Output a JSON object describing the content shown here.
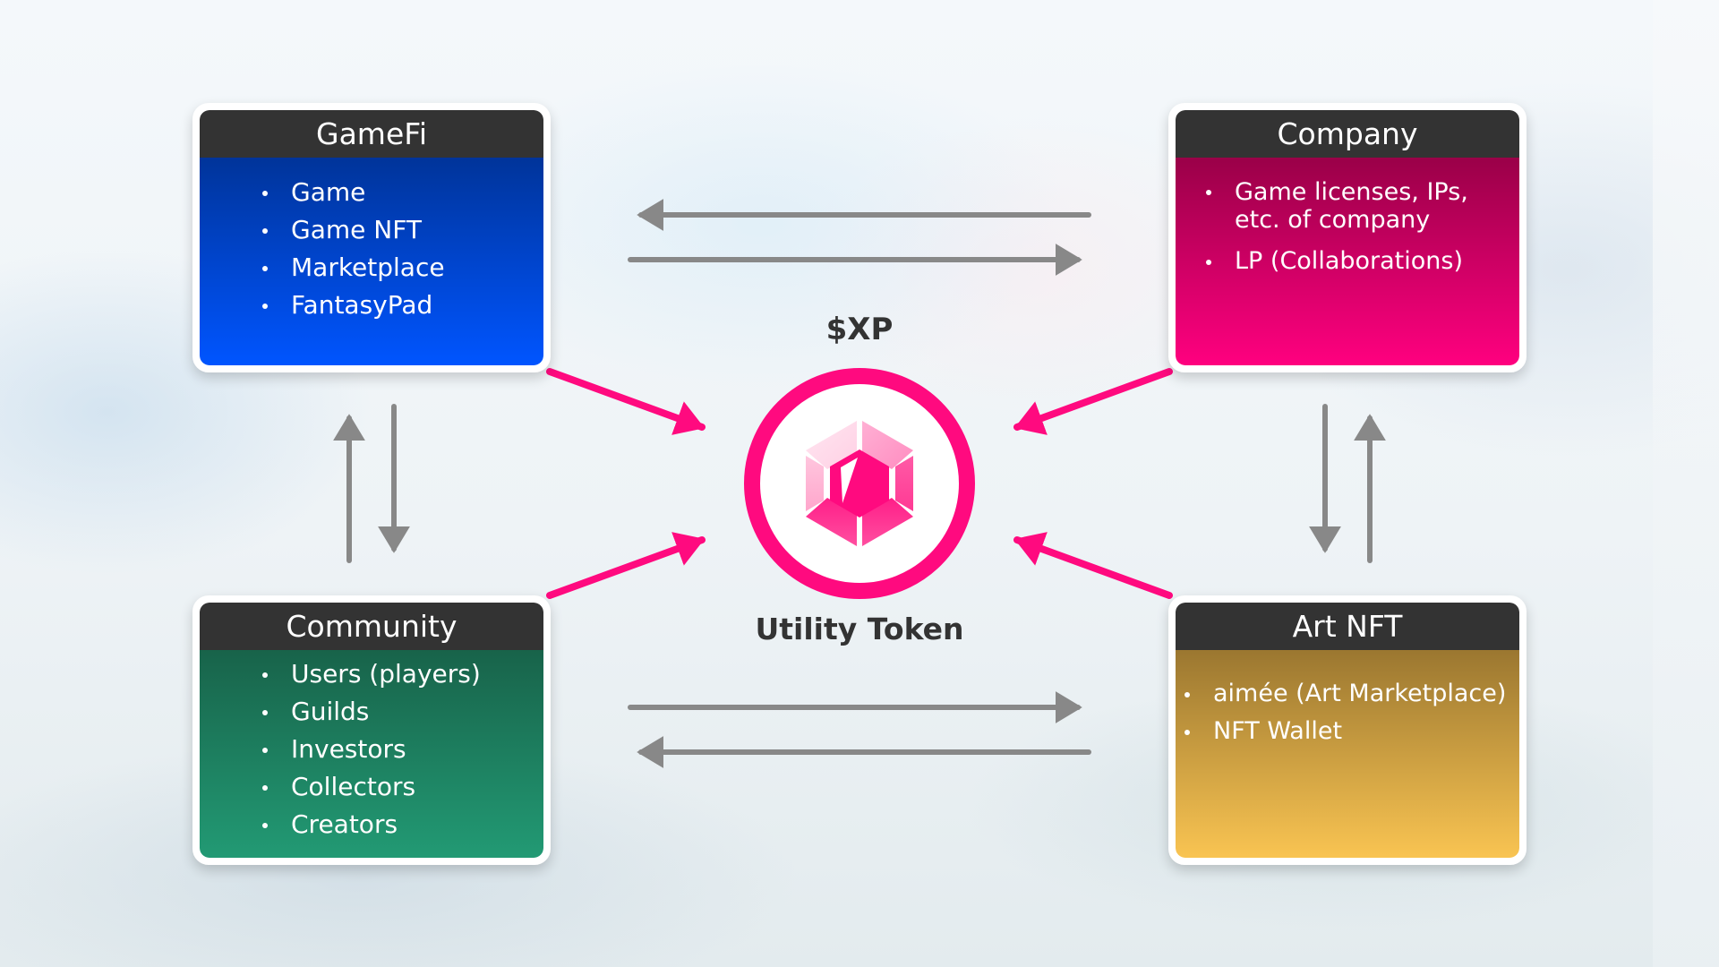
{
  "colors": {
    "accent_pink": "#FF0A7F",
    "arrow_gray": "#888888",
    "header_dark": "#333333",
    "gamefi_gradient": [
      "#00349A",
      "#0055FF"
    ],
    "company_gradient": [
      "#9A0048",
      "#FF007F"
    ],
    "community_gradient": [
      "#18634A",
      "#229A74"
    ],
    "artnft_gradient": [
      "#9B7730",
      "#F9C452"
    ]
  },
  "token": {
    "ticker": "$XP",
    "caption": "Utility Token",
    "icon": "gem-icon"
  },
  "cards": {
    "gamefi": {
      "title": "GameFi",
      "items": [
        "Game",
        "Game NFT",
        "Marketplace",
        "FantasyPad"
      ]
    },
    "company": {
      "title": "Company",
      "items": [
        "Game licenses, IPs, etc. of company",
        "LP (Collaborations)"
      ]
    },
    "community": {
      "title": "Community",
      "items": [
        "Users (players)",
        "Guilds",
        "Investors",
        "Collectors",
        "Creators"
      ]
    },
    "artnft": {
      "title": "Art NFT",
      "items": [
        "aimée (Art Marketplace)",
        "NFT Wallet"
      ]
    }
  },
  "connections": [
    {
      "from": "company",
      "to": "gamefi",
      "type": "exchange"
    },
    {
      "from": "gamefi",
      "to": "company",
      "type": "exchange"
    },
    {
      "from": "community",
      "to": "artnft",
      "type": "exchange"
    },
    {
      "from": "artnft",
      "to": "community",
      "type": "exchange"
    },
    {
      "from": "gamefi",
      "to": "community",
      "type": "exchange"
    },
    {
      "from": "community",
      "to": "gamefi",
      "type": "exchange"
    },
    {
      "from": "company",
      "to": "artnft",
      "type": "exchange"
    },
    {
      "from": "artnft",
      "to": "company",
      "type": "exchange"
    },
    {
      "from": "gamefi",
      "to": "token",
      "type": "flow"
    },
    {
      "from": "company",
      "to": "token",
      "type": "flow"
    },
    {
      "from": "community",
      "to": "token",
      "type": "flow"
    },
    {
      "from": "artnft",
      "to": "token",
      "type": "flow"
    }
  ]
}
